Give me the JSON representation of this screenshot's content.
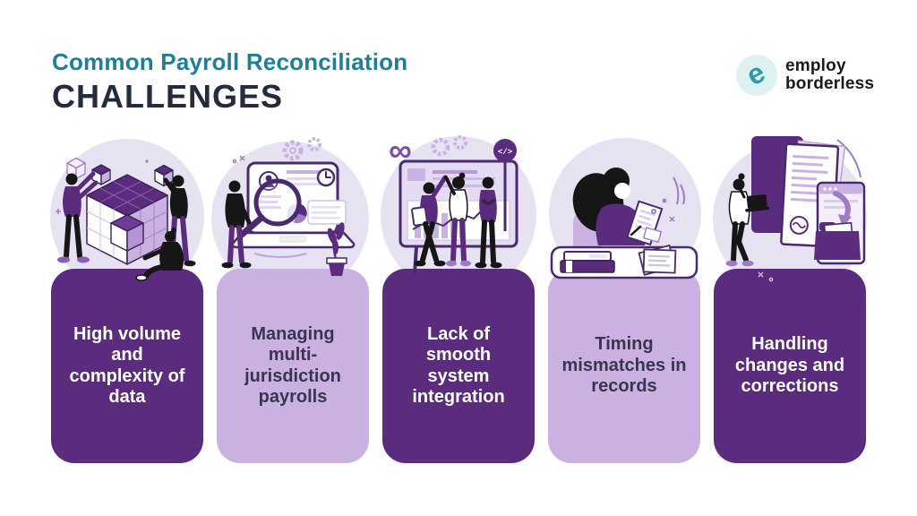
{
  "header": {
    "title_line1": "Common Payroll Reconciliation",
    "title_line2": "CHALLENGES"
  },
  "logo": {
    "icon_letter": "e",
    "name_line1": "employ",
    "name_line2": "borderless"
  },
  "colors": {
    "title_teal": "#1E7F95",
    "title_dark_navy": "#232B3C",
    "card_dark_purple": "#5B2C7E",
    "card_light_purple": "#C9B2E2",
    "illustration_lavender": "#E7E2F1",
    "logo_teal": "#2B9BAB",
    "logo_circle_mint": "#DCF1F0",
    "dark_card_text": "#FFFFFF",
    "light_card_text": "#3A3450"
  },
  "cards": [
    {
      "label": "High volume\nand\ncomplexity of\ndata",
      "variant": "dark",
      "illustration": "team-assembling-cube-blocks"
    },
    {
      "label": "Managing\nmulti-\njurisdiction\npayrolls",
      "variant": "light",
      "illustration": "auditor-magnifier-laptop-profile"
    },
    {
      "label": "Lack of\nsmooth\nsystem\nintegration",
      "variant": "dark",
      "illustration": "team-devops-dashboard"
    },
    {
      "label": "Timing\nmismatches in\nrecords",
      "variant": "light",
      "illustration": "woman-reviewing-records-desk"
    },
    {
      "label": "Handling\nchanges and\ncorrections",
      "variant": "dark",
      "illustration": "document-correction-to-folder"
    }
  ],
  "glyphs": {
    "code_icon": "</>",
    "infinity_icon": "∞"
  }
}
